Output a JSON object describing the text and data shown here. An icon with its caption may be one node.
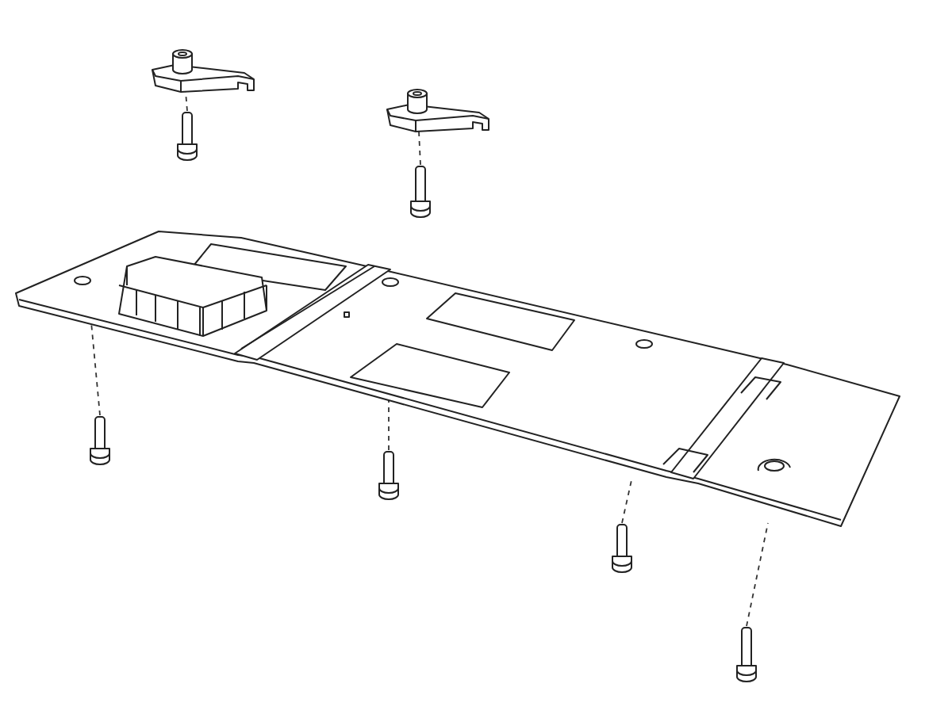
{
  "diagram": {
    "nodes": [
      {
        "text": [],
        "shape": "picture"
      },
      {
        "text": [],
        "shape": "picture"
      },
      {
        "text": [],
        "shape": "picture"
      },
      {
        "text": [],
        "shape": "picture"
      },
      {
        "text": [],
        "shape": "picture"
      },
      {
        "text": [],
        "shape": "picture"
      },
      {
        "text": [],
        "shape": "picture"
      },
      {
        "text": [],
        "shape": "picture"
      },
      {
        "text": [],
        "shape": "picture"
      }
    ],
    "edges": [
      {
        "from": 1,
        "to": 0,
        "arrow": "none",
        "style": "dashed"
      },
      {
        "from": 3,
        "to": 2,
        "arrow": "none",
        "style": "dashed"
      },
      {
        "from": 5,
        "to": 4,
        "arrow": "none",
        "style": "dashed"
      },
      {
        "from": 6,
        "to": 4,
        "arrow": "none",
        "style": "dashed"
      },
      {
        "from": 7,
        "to": 4,
        "arrow": "none",
        "style": "dashed"
      },
      {
        "from": 8,
        "to": 4,
        "arrow": "none",
        "style": "dashed"
      }
    ]
  }
}
